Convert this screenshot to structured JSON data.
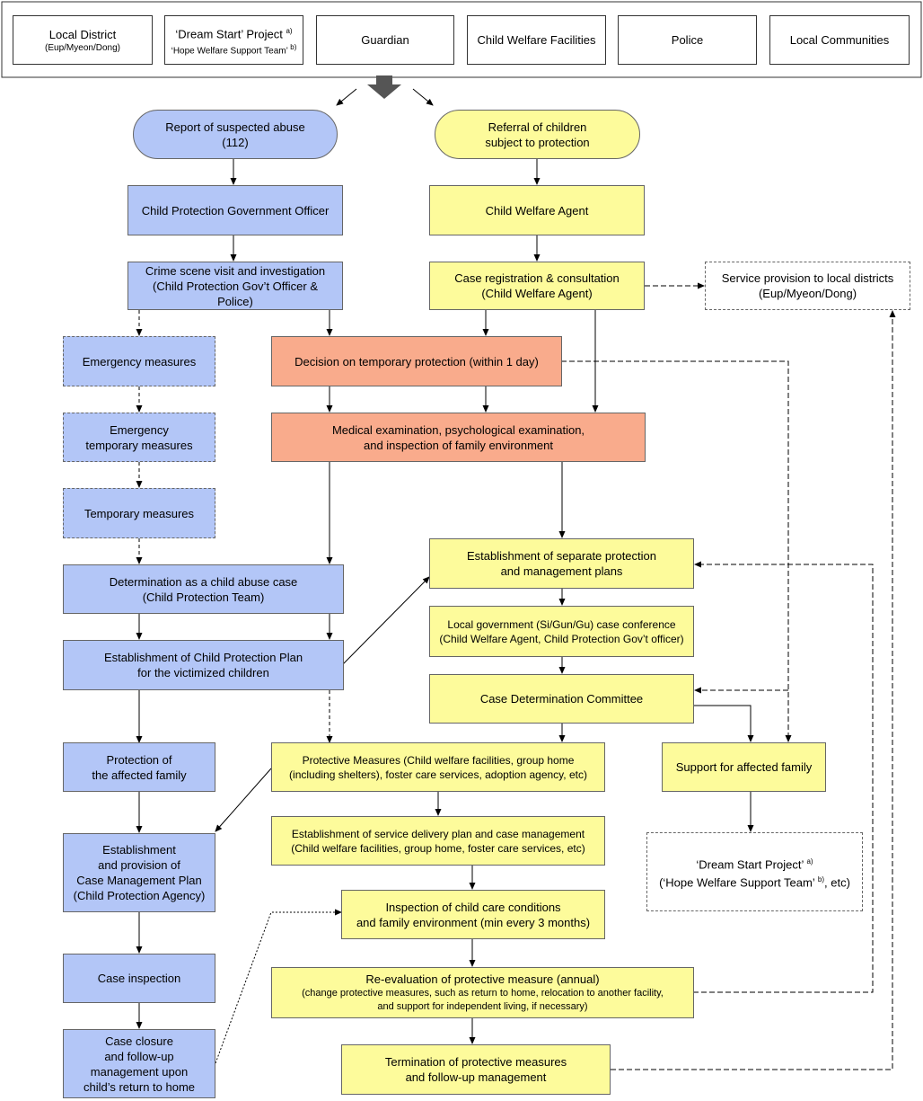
{
  "header": {
    "local_district": {
      "line1": "Local District",
      "line2": "(Eup/Myeon/Dong)"
    },
    "dream_start": {
      "line1": "‘Dream Start’ Project",
      "sup1": "a)",
      "line2": "‘Hope Welfare Support Team’",
      "sup2": "b)"
    },
    "guardian": "Guardian",
    "child_welfare_facilities": "Child Welfare Facilities",
    "police": "Police",
    "local_communities": "Local Communities"
  },
  "left": {
    "report": {
      "line1": "Report of suspected abuse",
      "line2": "(112)"
    },
    "officer": "Child Protection Government Officer",
    "crime_scene": {
      "line1": "Crime scene visit and investigation",
      "line2": "(Child Protection Gov’t Officer & Police)"
    },
    "emergency_measures": "Emergency measures",
    "emergency_temporary": {
      "line1": "Emergency",
      "line2": "temporary measures"
    },
    "temporary_measures": "Temporary measures",
    "determination": {
      "line1": "Determination as a child abuse case",
      "line2": "(Child Protection Team)"
    },
    "plan": {
      "line1": "Establishment of Child Protection Plan",
      "line2": "for the victimized children"
    },
    "protection_family": {
      "line1": "Protection of",
      "line2": "the affected family"
    },
    "case_mgmt_plan": {
      "line1": "Establishment",
      "line2": "and provision of",
      "line3": "Case Management Plan",
      "line4": "(Child Protection Agency)"
    },
    "case_inspection": "Case inspection",
    "case_closure": {
      "line1": "Case closure",
      "line2": "and follow-up",
      "line3": "management upon",
      "line4": "child’s return to home"
    }
  },
  "middle": {
    "decision": "Decision on temporary protection (within 1 day)",
    "medical": {
      "line1": "Medical examination, psychological examination,",
      "line2": "and inspection of family environment"
    },
    "protective_measures": {
      "line1": "Protective Measures (Child welfare facilities, group home",
      "line2": "(including shelters), foster care services, adoption agency, etc)"
    },
    "service_plan": {
      "line1": "Establishment of service delivery plan and case management",
      "line2": "(Child welfare facilities, group home, foster care services, etc)"
    },
    "inspection": {
      "line1": "Inspection of child care conditions",
      "line2": "and family environment (min every 3 months)"
    },
    "reevaluation": {
      "line1": "Re-evaluation of protective measure (annual)",
      "line2": "(change protective measures, such as return to home, relocation to another facility,",
      "line3": "and support for independent living, if necessary)"
    },
    "termination": {
      "line1": "Termination of protective measures",
      "line2": "and follow-up management"
    }
  },
  "right": {
    "referral": {
      "line1": "Referral of children",
      "line2": "subject to protection"
    },
    "agent": "Child Welfare Agent",
    "registration": {
      "line1": "Case registration & consultation",
      "line2": "(Child Welfare Agent)"
    },
    "service_provision": {
      "line1": "Service provision to local districts",
      "line2": "(Eup/Myeon/Dong)"
    },
    "separate_plans": {
      "line1": "Establishment of separate protection",
      "line2": "and management plans"
    },
    "conference": {
      "line1": "Local government (Si/Gun/Gu) case conference",
      "line2": "(Child Welfare Agent, Child Protection Gov’t officer)"
    },
    "committee": "Case Determination Committee",
    "support_family": "Support for affected family",
    "dream_start_etc": {
      "line1": "‘Dream Start Project’",
      "sup1": "a)",
      "line2a": "(‘Hope Welfare Support Team’",
      "sup2": "b)",
      "line2b": ", etc)"
    }
  },
  "colors": {
    "blue": "#b3c6f7",
    "yellow": "#fdfb9b",
    "orange": "#f9ab8c",
    "arrow_gray": "#555555"
  }
}
